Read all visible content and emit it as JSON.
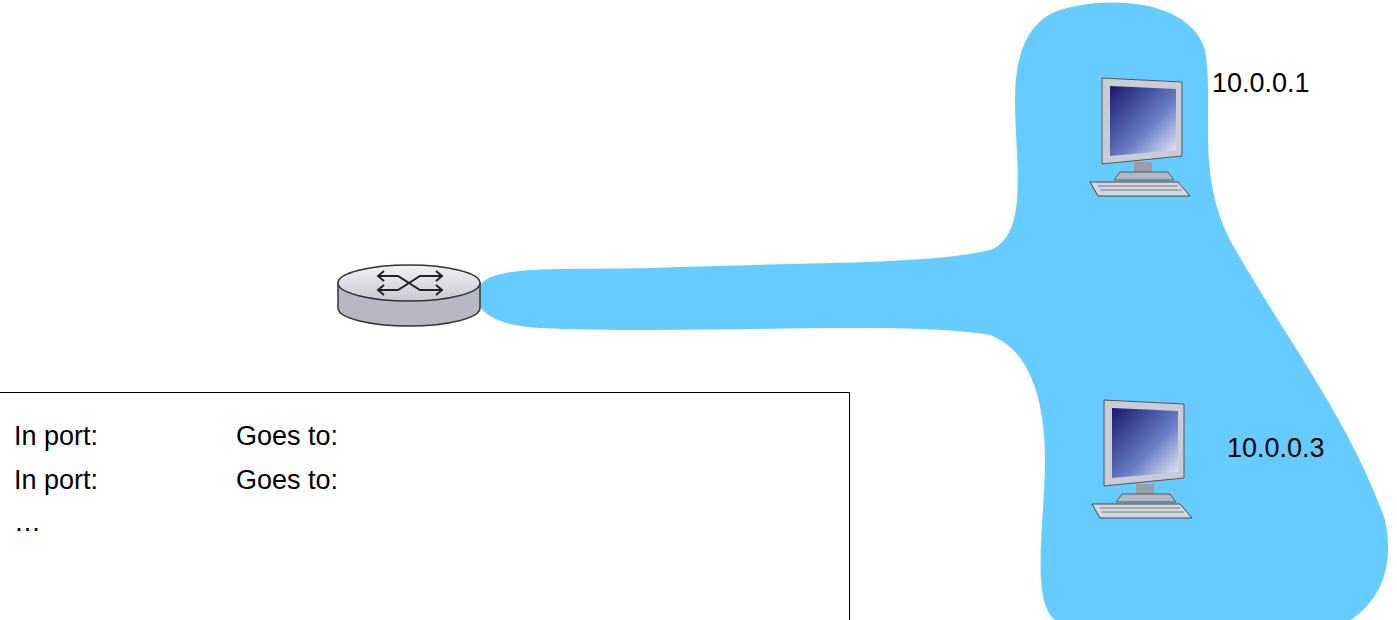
{
  "diagram": {
    "nodes": [
      {
        "text": [
          "In port:",
          "Goes to:",
          "In port:",
          "Goes to:",
          "…"
        ]
      }
    ],
    "labels": [
      "10.0.0.1",
      "10.0.0.3"
    ]
  }
}
